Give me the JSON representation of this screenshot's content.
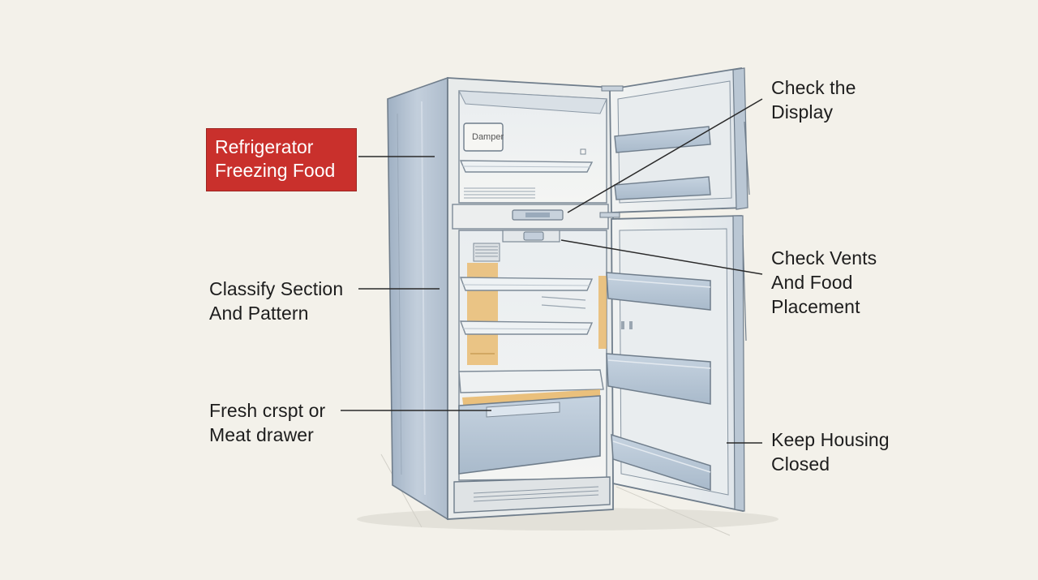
{
  "title_badge": {
    "line1": "Refrigerator",
    "line2": "Freezing Food",
    "color": "#c9302c"
  },
  "callouts": {
    "check_display": {
      "line1": "Check the",
      "line2": "Display"
    },
    "classify_section": {
      "line1": "Classify Section",
      "line2": "And Pattern"
    },
    "check_vents": {
      "line1": "Check Vents",
      "line2": "And Food",
      "line3": "Placement"
    },
    "fresh_drawer": {
      "line1": "Fresh crspt or",
      "line2": "Meat drawer"
    },
    "keep_housing": {
      "line1": "Keep Housing",
      "line2": "Closed"
    }
  },
  "fridge": {
    "damper_label": "Damper",
    "body_color": "#b9c7d6",
    "accent_color": "#e9b767"
  }
}
